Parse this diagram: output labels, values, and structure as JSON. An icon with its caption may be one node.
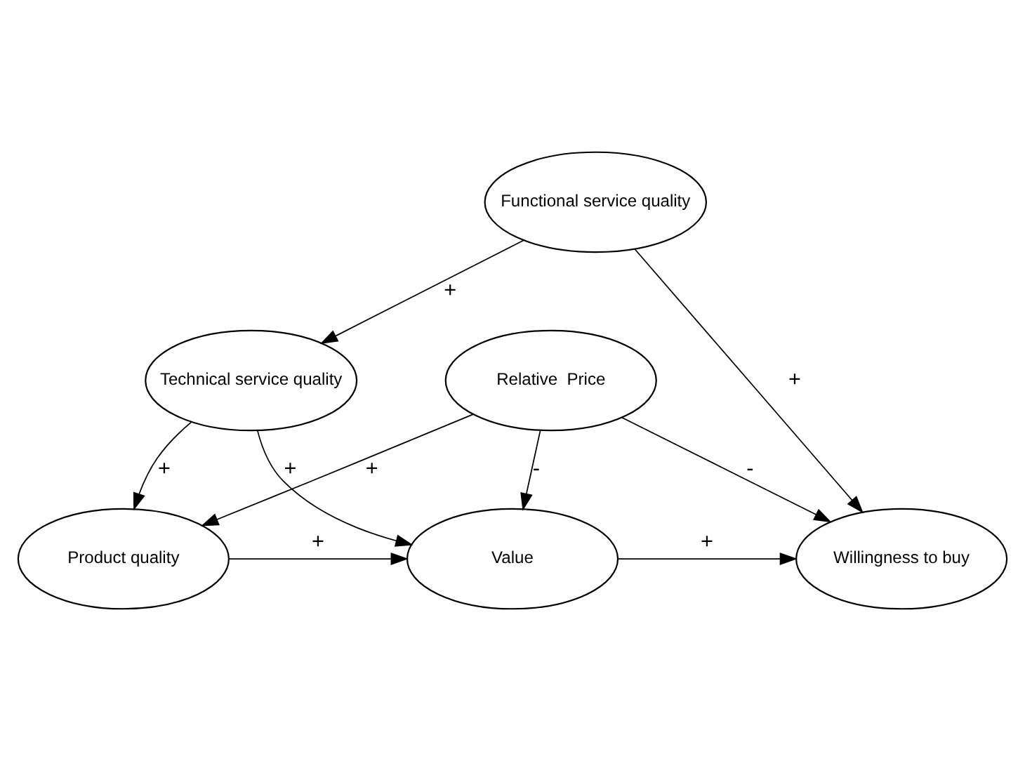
{
  "diagram": {
    "nodes": [
      {
        "text": [
          "Functional service quality"
        ]
      },
      {
        "text": [
          "Technical service quality"
        ]
      },
      {
        "text": [
          "Product quality"
        ]
      },
      {
        "text": [
          "Value"
        ]
      },
      {
        "text": [
          "Willingness to buy"
        ]
      },
      {
        "text": [
          "Relative  Price"
        ]
      }
    ],
    "edges": [
      {
        "from": 0,
        "to": 1,
        "arrow": "to",
        "label": "+"
      },
      {
        "from": 0,
        "to": 4,
        "arrow": "to",
        "label": "+"
      },
      {
        "from": 1,
        "to": 3,
        "arrow": "to",
        "label": "+"
      },
      {
        "from": 1,
        "to": 2,
        "arrow": "to",
        "label": "+"
      },
      {
        "from": 2,
        "to": 3,
        "arrow": "to",
        "label": "+"
      },
      {
        "from": 3,
        "to": 4,
        "arrow": "to",
        "label": "+"
      },
      {
        "from": 5,
        "to": 2,
        "arrow": "to",
        "label": "+"
      },
      {
        "from": 5,
        "to": 3,
        "arrow": "to",
        "label": "-"
      },
      {
        "from": 5,
        "to": 4,
        "arrow": "to",
        "label": "-"
      }
    ]
  }
}
